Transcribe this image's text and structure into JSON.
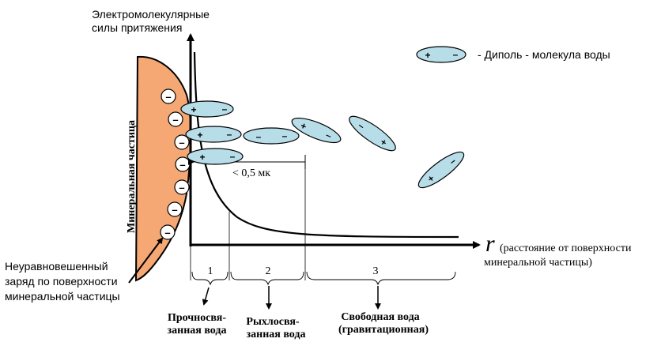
{
  "y_axis_label": [
    "Электромолекулярные",
    "силы притяжения"
  ],
  "particle_label": "Минеральная частица",
  "charge_label": [
    "Неуравновешенный",
    "заряд по поверхности",
    "минеральной частицы"
  ],
  "x_axis_symbol": "r",
  "x_axis_label": [
    "(расстояние от поверхности",
    "минеральной частицы)"
  ],
  "legend": {
    "plus": "+",
    "minus": "–",
    "text": "- Диполь - молекула воды"
  },
  "distance_label": "< 0,5 мк",
  "zones": [
    {
      "number": "1",
      "label": [
        "Прочносвя-",
        "занная вода"
      ]
    },
    {
      "number": "2",
      "label": [
        "Рыхлосвя-",
        "занная вода"
      ]
    },
    {
      "number": "3",
      "label": [
        "Свободная вода",
        "(гравитационная)"
      ]
    }
  ],
  "surface_charge_sign": "–",
  "dipole_plus": "+",
  "dipole_minus": "–",
  "colors": {
    "particle": "#f5a874",
    "dipole": "#b7dde8",
    "line": "#000000"
  }
}
